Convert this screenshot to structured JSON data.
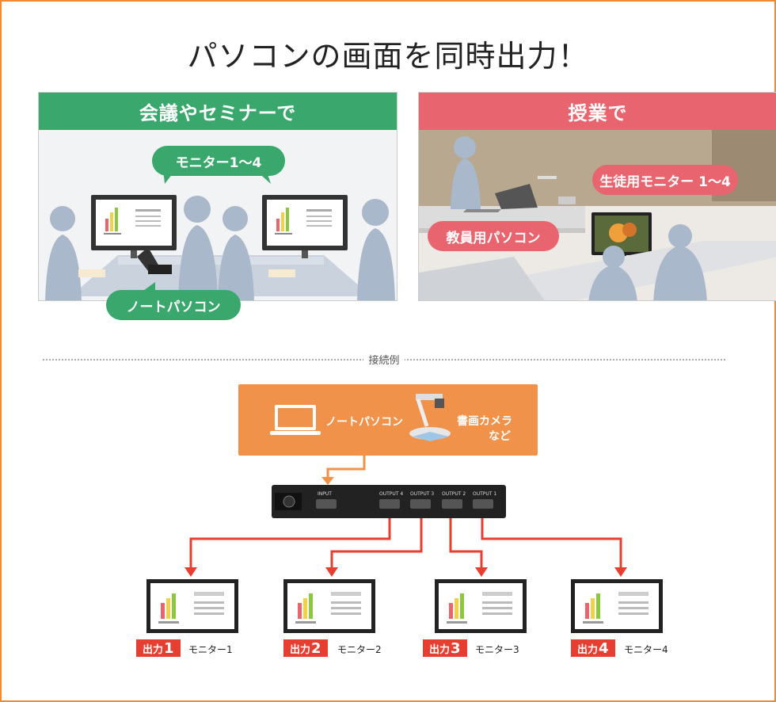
{
  "title": "パソコンの画面を同時出力！",
  "colors": {
    "frame": "#f08a33",
    "green": "#3aa76d",
    "pink": "#e8646f",
    "orange": "#f0924a",
    "red": "#e63f32"
  },
  "meeting": {
    "heading": "会議やセミナーで",
    "bubble_monitors": "モニター1～4",
    "bubble_laptop": "ノートパソコン"
  },
  "classroom": {
    "heading": "授業で",
    "bubble_student_monitors": "生徒用モニター 1～4",
    "bubble_teacher_pc": "教員用パソコン"
  },
  "connection": {
    "divider_label": "接続例",
    "source_laptop": "ノートパソコン",
    "source_camera_line1": "書画カメラ",
    "source_camera_line2": "など",
    "device_input_label": "INPUT",
    "device_outputs": [
      "OUTPUT 4",
      "OUTPUT 3",
      "OUTPUT 2",
      "OUTPUT 1"
    ]
  },
  "outputs": [
    {
      "badge_prefix": "出力",
      "badge_number": "1",
      "monitor": "モニター1"
    },
    {
      "badge_prefix": "出力",
      "badge_number": "2",
      "monitor": "モニター2"
    },
    {
      "badge_prefix": "出力",
      "badge_number": "3",
      "monitor": "モニター3"
    },
    {
      "badge_prefix": "出力",
      "badge_number": "4",
      "monitor": "モニター4"
    }
  ]
}
